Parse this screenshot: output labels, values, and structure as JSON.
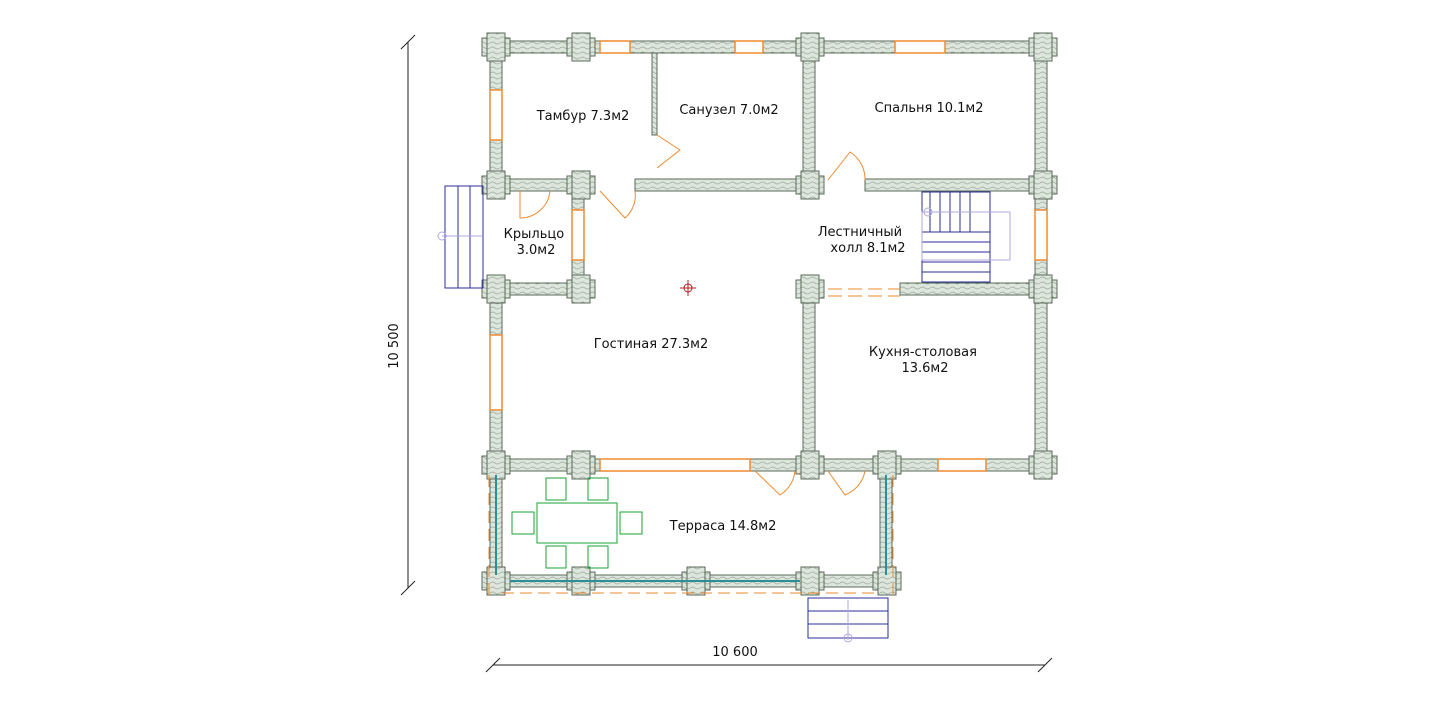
{
  "dimensions": {
    "width_label": "10 600",
    "height_label": "10 500"
  },
  "rooms": [
    {
      "id": "tambur",
      "lines": [
        "Тамбур 7.3м2"
      ]
    },
    {
      "id": "sanuzel",
      "lines": [
        "Санузел 7.0м2"
      ]
    },
    {
      "id": "spalnya",
      "lines": [
        "Спальня 10.1м2"
      ]
    },
    {
      "id": "krylco",
      "lines": [
        "Крыльцо",
        "3.0м2"
      ]
    },
    {
      "id": "holl",
      "lines": [
        "Лестничный",
        "холл 8.1м2"
      ]
    },
    {
      "id": "gostinaya",
      "lines": [
        "Гостиная 27.3м2"
      ]
    },
    {
      "id": "kuhnya",
      "lines": [
        "Кухня-столовая",
        "13.6м2"
      ]
    },
    {
      "id": "terrasa",
      "lines": [
        "Терраса 14.8м2"
      ]
    }
  ],
  "colors": {
    "wall_fill": "#dfe7df",
    "wall_stroke": "#5a6a5a",
    "window": "#ef8a30",
    "door": "#ef8a30",
    "stair": "#2b2f9a",
    "furniture": "#1aa33a",
    "rail": "#2b8f9a"
  }
}
